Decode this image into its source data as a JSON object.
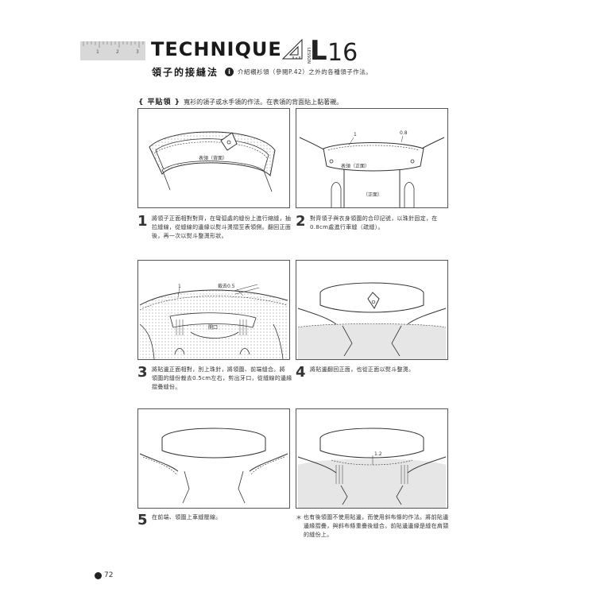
{
  "header": {
    "ruler_ticks": [
      "1",
      "2",
      "3"
    ],
    "title": "TECHNIQUE",
    "lesson_label": "LESSON",
    "lesson_letter": "L",
    "lesson_number": "16",
    "subtitle": "領子的接縫法",
    "intro_note": "介紹襯衫領（參閱P.42）之外的各種領子作法。"
  },
  "section": {
    "name": "{ 平貼領 }",
    "description": "寬衫的領子或水手領的作法。在表領的背面貼上黏著襯。"
  },
  "panels": {
    "p1": {
      "label": "表領（背面）"
    },
    "p2": {
      "label_main": "表領（正面）",
      "label_body": "（正面）",
      "dim_1": "1",
      "dim_08": "0.8"
    },
    "p3": {
      "cut_label": "裁去0.5",
      "dim_1": "1",
      "slit_label": "開口"
    },
    "p6": {
      "dim_12": "1.2"
    }
  },
  "steps": [
    {
      "num": "1",
      "text": "將領子正面相對對齊，在彎弧處的縫份上進行縮縫，抽\n拉縫線，從縫線的邊緣以熨斗燙摺至表領側。翻回正面\n後，再一次以熨斗整燙形狀。"
    },
    {
      "num": "2",
      "text": "對齊領子與衣身領圍的合印記號，以珠針固定，在\n0.8cm處進行車縫（疏縫）。"
    },
    {
      "num": "3",
      "text": "將貼邊正面相對，別上珠針，將領圍、前端縫合。將\n領圍的縫份裁去0.5cm左右，剪出牙口，從縫線的邊緣\n摺疊縫份。"
    },
    {
      "num": "4",
      "text": "將貼邊翻回正面，也從正面以熨斗整燙。"
    },
    {
      "num": "5",
      "text": "在前端、領圍上車縫壓線。"
    }
  ],
  "footnote": {
    "star": "＊",
    "text": "也有後領圍不使用貼邊，而使用斜布條的作法。將前貼邊\n邊緣摺疊，與斜布條重疊後縫合。前貼邊邊緣是縫在肩頸\n的縫份上。"
  },
  "folio": {
    "page": "72"
  },
  "colors": {
    "ink": "#222222",
    "panel_border": "#555555",
    "fabric_fill": "#e6e6e6",
    "dot": "#9a9a9a"
  }
}
